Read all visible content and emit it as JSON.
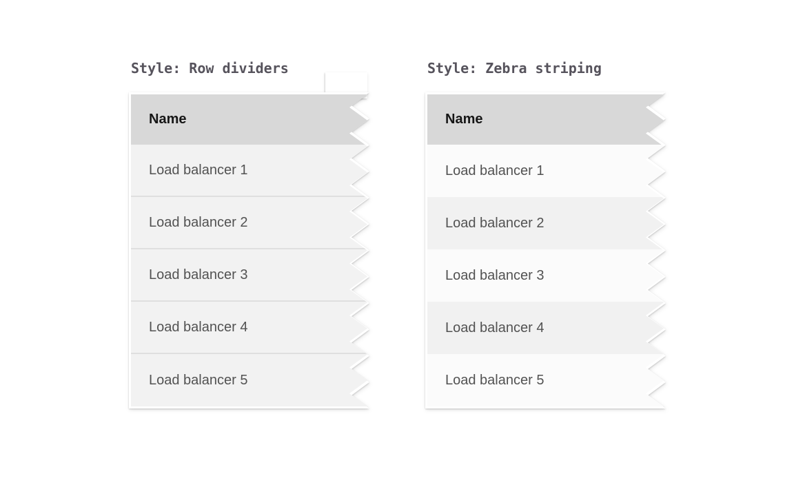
{
  "figure": {
    "description_left_style": "Row dividers",
    "description_right_style": "Zebra striping"
  },
  "examples": [
    {
      "caption": "Style: Row dividers",
      "style": "row-dividers",
      "header": "Name",
      "rows": [
        "Load balancer 1",
        "Load balancer 2",
        "Load balancer 3",
        "Load balancer 4",
        "Load balancer 5"
      ]
    },
    {
      "caption": "Style: Zebra striping",
      "style": "zebra-striping",
      "header": "Name",
      "rows": [
        "Load balancer 1",
        "Load balancer 2",
        "Load balancer 3",
        "Load balancer 4",
        "Load balancer 5"
      ]
    }
  ],
  "colors": {
    "page_bg": "#ffffff",
    "header_bg": "#d8d8d8",
    "header_text": "#161616",
    "row_bg": "#f2f2f2",
    "row_text": "#525252",
    "divider": "#dfdfdf",
    "zebra_light": "#fbfbfb",
    "zebra_dark": "#f1f1f1",
    "caption_text": "#56535c"
  }
}
